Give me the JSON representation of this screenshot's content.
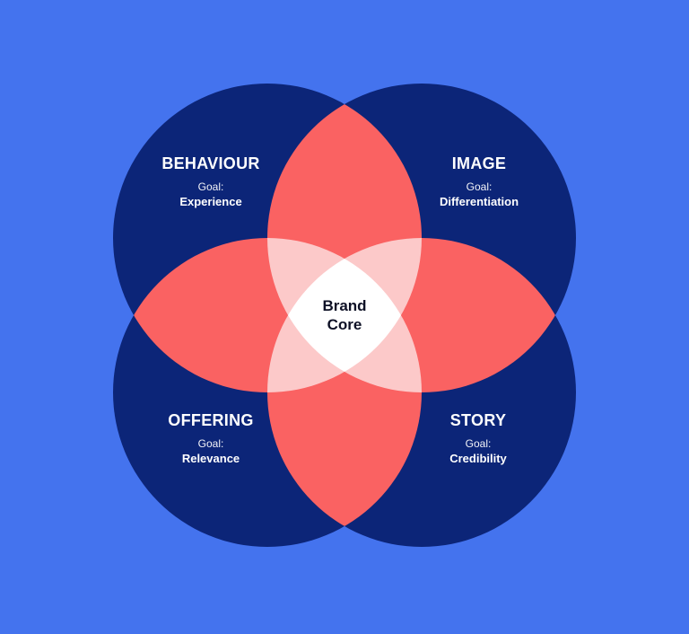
{
  "colors": {
    "background": "#4473EE",
    "circle": "#0C2578",
    "overlap_pair": "#FA6262",
    "overlap_triple": "#FCC9C9",
    "center": "#FFFFFF",
    "text_light": "#FFFFFF",
    "text_dark": "#0E1126"
  },
  "segments": [
    {
      "id": "behaviour",
      "title": "BEHAVIOUR",
      "goal_label": "Goal:",
      "goal_value": "Experience"
    },
    {
      "id": "image",
      "title": "IMAGE",
      "goal_label": "Goal:",
      "goal_value": "Differentiation"
    },
    {
      "id": "offering",
      "title": "OFFERING",
      "goal_label": "Goal:",
      "goal_value": "Relevance"
    },
    {
      "id": "story",
      "title": "STORY",
      "goal_label": "Goal:",
      "goal_value": "Credibility"
    }
  ],
  "core": {
    "line1": "Brand",
    "line2": "Core"
  }
}
